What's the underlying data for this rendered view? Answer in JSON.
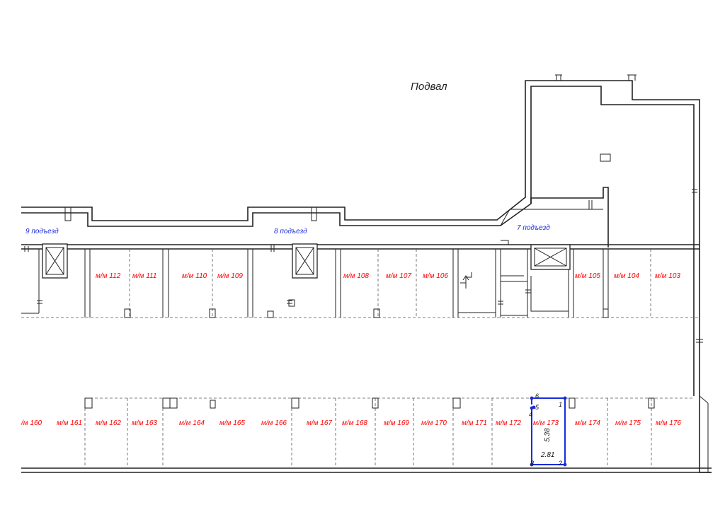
{
  "title": "Подвал",
  "colors": {
    "space_label": "#ff0000",
    "entrance_label": "#1a2cd8",
    "highlight": "#1a2cd8",
    "walls": "#222222"
  },
  "entrances": [
    "9 подъезд",
    "8 подъезд",
    "7 подъезд"
  ],
  "top_spaces": [
    "м/м 112",
    "м/м 111",
    "м/м 110",
    "м/м 109",
    "м/м 108",
    "м/м 107",
    "м/м 106",
    "м/м 105",
    "м/м 104",
    "м/м 103"
  ],
  "bottom_spaces": [
    "/м 160",
    "м/м 161",
    "м/м 162",
    "м/м 163",
    "м/м 164",
    "м/м 165",
    "м/м 166",
    "м/м 167",
    "м/м 168",
    "м/м 169",
    "м/м 170",
    "м/м 171",
    "м/м 172",
    "м/м 173",
    "м/м 174",
    "м/м 175",
    "м/м 176"
  ],
  "highlight": {
    "space": "м/м 173",
    "length": "5.38",
    "width": "2.81",
    "points": [
      "1",
      "2",
      "3",
      "4",
      "5",
      "6"
    ]
  }
}
